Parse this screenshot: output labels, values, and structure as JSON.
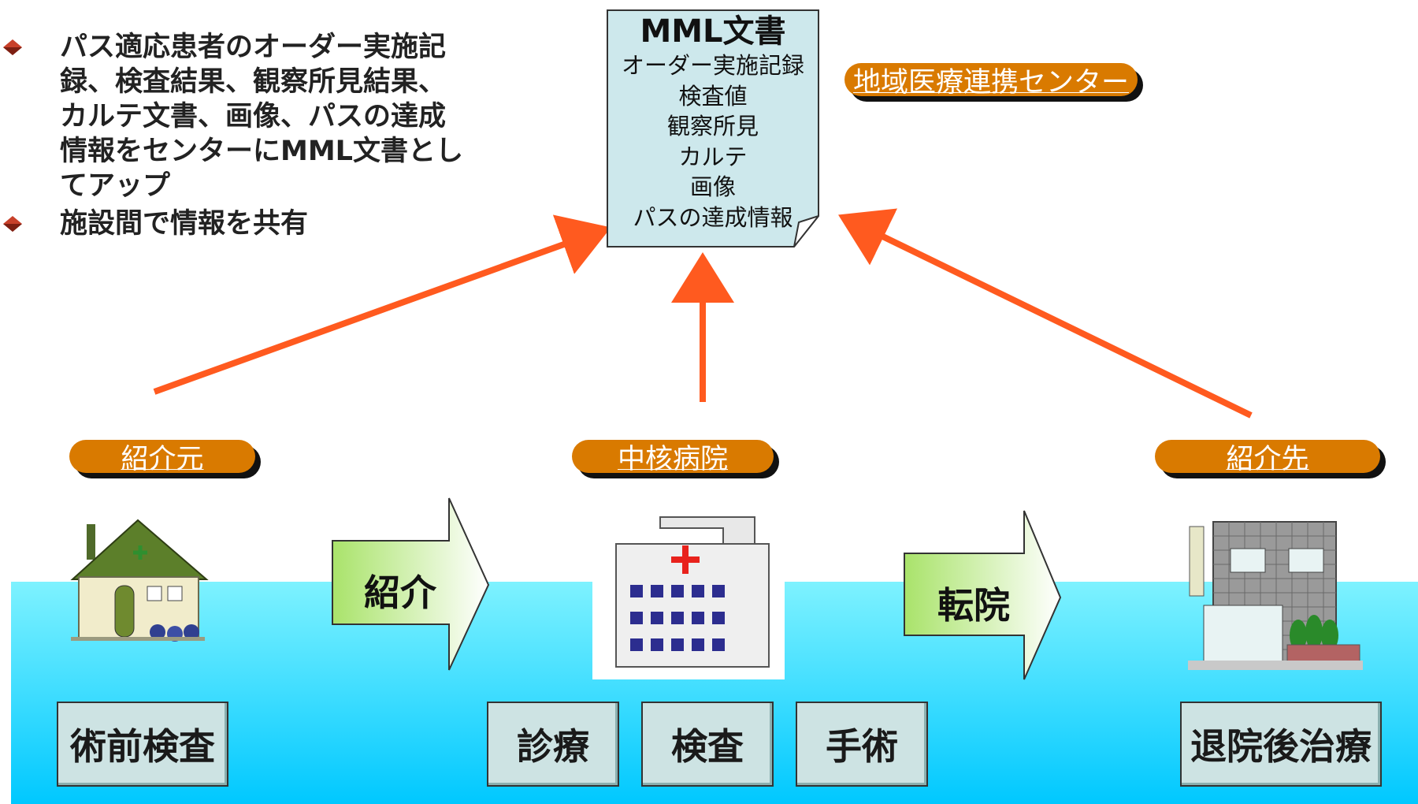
{
  "bullets": [
    "パス適応患者のオーダー実施記録、検査結果、観察所見結果、カルテ文書、画像、パスの達成情報をセンターにMML文書としてアップ",
    "施設間で情報を共有"
  ],
  "mml_doc": {
    "title": "MML文書",
    "lines": [
      "オーダー実施記録",
      "検査値",
      "観察所見",
      "カルテ",
      "画像",
      "パスの達成情報"
    ]
  },
  "center_label": "地域医療連携センター",
  "facilities": {
    "origin": "紹介元",
    "core": "中核病院",
    "destination": "紹介先"
  },
  "flow_arrows": {
    "referral": "紹介",
    "transfer": "転院"
  },
  "steps": {
    "preop": "術前検査",
    "diagnosis": "診療",
    "exam": "検査",
    "surgery": "手術",
    "post": "退院後治療"
  },
  "colors": {
    "water": "#00ccff",
    "upload_arrow": "#ff5a1f",
    "pill": "#d97a00",
    "doc_fill": "#cde8ec"
  }
}
